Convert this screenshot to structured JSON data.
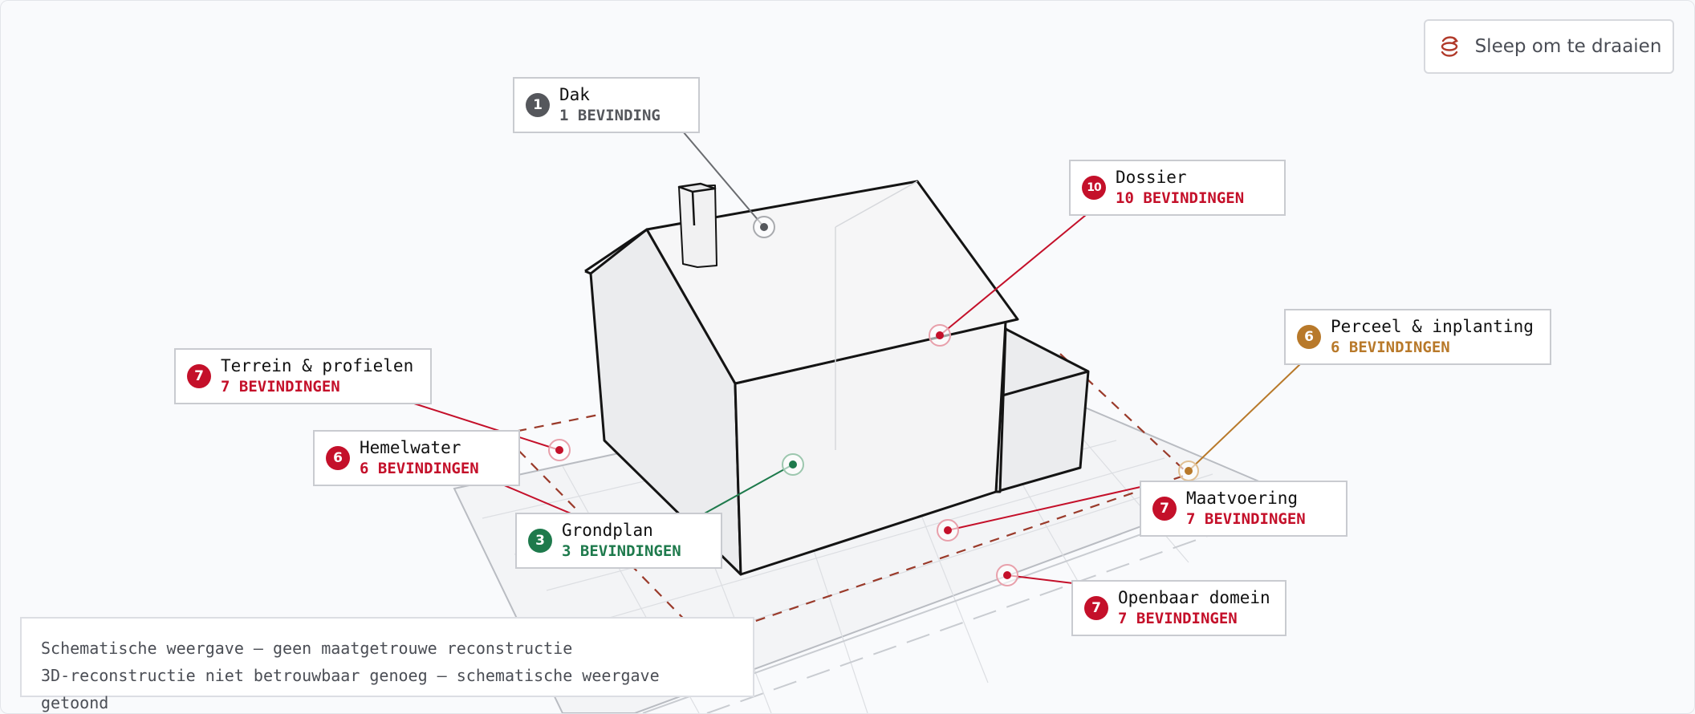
{
  "rotate_button": {
    "label": "Sleep om te draaien",
    "icon": "rotate-3d-icon"
  },
  "notice": {
    "line1": "Schematische weergave — geen maatgetrouwe reconstructie",
    "line2": "3D-reconstructie niet betrouwbaar genoeg — schematische weergave getoond"
  },
  "colors": {
    "red": "#c4102a",
    "dark": "#55575c",
    "green": "#1e7a4c",
    "amber": "#b8792a"
  },
  "callouts": [
    {
      "id": "dak",
      "number": "1",
      "title": "Dak",
      "count": "1 BEVINDING",
      "color": "#55575c"
    },
    {
      "id": "dossier",
      "number": "10",
      "title": "Dossier",
      "count": "10 BEVINDINGEN",
      "color": "#c4102a"
    },
    {
      "id": "perceel",
      "number": "6",
      "title": "Perceel & inplanting",
      "count": "6 BEVINDINGEN",
      "color": "#b8792a"
    },
    {
      "id": "terrein",
      "number": "7",
      "title": "Terrein & profielen",
      "count": "7 BEVINDINGEN",
      "color": "#c4102a"
    },
    {
      "id": "hemelwater",
      "number": "6",
      "title": "Hemelwater",
      "count": "6 BEVINDINGEN",
      "color": "#c4102a"
    },
    {
      "id": "grondplan",
      "number": "3",
      "title": "Grondplan",
      "count": "3 BEVINDINGEN",
      "color": "#1e7a4c"
    },
    {
      "id": "maatvoering",
      "number": "7",
      "title": "Maatvoering",
      "count": "7 BEVINDINGEN",
      "color": "#c4102a"
    },
    {
      "id": "openbaar",
      "number": "7",
      "title": "Openbaar domein",
      "count": "7 BEVINDINGEN",
      "color": "#c4102a"
    }
  ]
}
